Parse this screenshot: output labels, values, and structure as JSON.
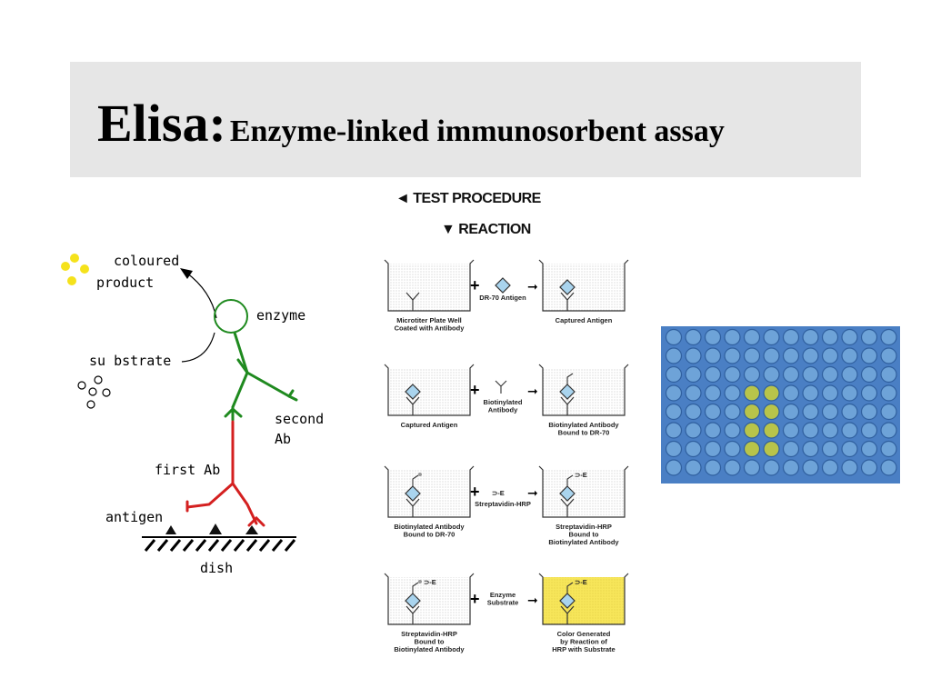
{
  "title": {
    "main": "Elisa:",
    "subtitle": "Enzyme-linked immunosorbent assay"
  },
  "left_diagram": {
    "labels": {
      "coloured": "coloured",
      "product": "product",
      "enzyme": "enzyme",
      "substrate": "su bstrate",
      "second": "second",
      "ab": "Ab",
      "first_ab": "first Ab",
      "antigen": "antigen",
      "dish": "dish"
    },
    "colors": {
      "second_antibody": "#1f8a1f",
      "first_antibody": "#d42020",
      "product": "#f5e21b"
    }
  },
  "procedure": {
    "test_procedure": "◄  TEST PROCEDURE",
    "reaction": "▼  REACTION",
    "rows": [
      {
        "left_caption": [
          "Microtiter Plate Well",
          "Coated with Antibody"
        ],
        "reagent": [
          "DR-70 Antigen"
        ],
        "right_caption": [
          "Captured Antigen"
        ]
      },
      {
        "left_caption": [
          "Captured Antigen"
        ],
        "reagent": [
          "Biotinylated",
          "Antibody"
        ],
        "right_caption": [
          "Biotinylated Antibody",
          "Bound to DR-70"
        ]
      },
      {
        "left_caption": [
          "Biotinylated Antibody",
          "Bound to DR-70"
        ],
        "reagent": [
          "Streptavidin-HRP"
        ],
        "right_caption": [
          "Streptavidin-HRP",
          "Bound to",
          "Biotinylated Antibody"
        ]
      },
      {
        "left_caption": [
          "Streptavidin-HRP",
          "Bound to",
          "Biotinylated Antibody"
        ],
        "reagent": [
          "Enzyme",
          "Substrate"
        ],
        "right_caption": [
          "Color Generated",
          "by Reaction of",
          "HRP with Substrate"
        ]
      }
    ],
    "symbols": {
      "plus": "+",
      "arrow": "➞",
      "hrp_tag": "E"
    },
    "colors": {
      "antigen": "#a9d4ee",
      "well_fill": "#f0f0f0",
      "color_generated": "#f7e65a"
    }
  },
  "photo": {
    "colors": {
      "plate": "#4a7fc4",
      "yellow_well": "#b8c44a"
    }
  }
}
